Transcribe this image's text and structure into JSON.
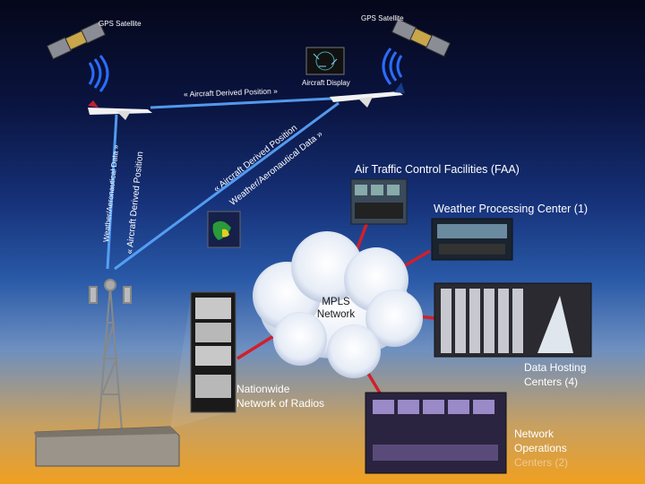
{
  "satellites": [
    {
      "label": "GPS Satellite"
    },
    {
      "label": "GPS Satellite"
    }
  ],
  "aircraft_display": {
    "label": "Aircraft Display"
  },
  "links": {
    "air_to_air": "« Aircraft Derived Position »",
    "left_up_1": "Weather/Aeronautical Data »",
    "left_up_2": "« Aircraft Derived Position",
    "right_up_1": "« Aircraft Derived Position",
    "right_up_2": "Weather/Aeronautical Data »"
  },
  "network": {
    "line1": "MPLS",
    "line2": "Network"
  },
  "facilities": {
    "atc": "Air Traffic Control Facilities (FAA)",
    "weather": "Weather  Processing Center (1)",
    "data_hosting_1": "Data Hosting",
    "data_hosting_2": "Centers (4)",
    "noc_1": "Network",
    "noc_2": "Operations",
    "noc_3": "Centers (2)",
    "radios_1": "Nationwide",
    "radios_2": "Network of Radios"
  },
  "colors": {
    "link": "#5aa8ff",
    "network_link": "#d0202a",
    "accent": "#f0a020"
  }
}
